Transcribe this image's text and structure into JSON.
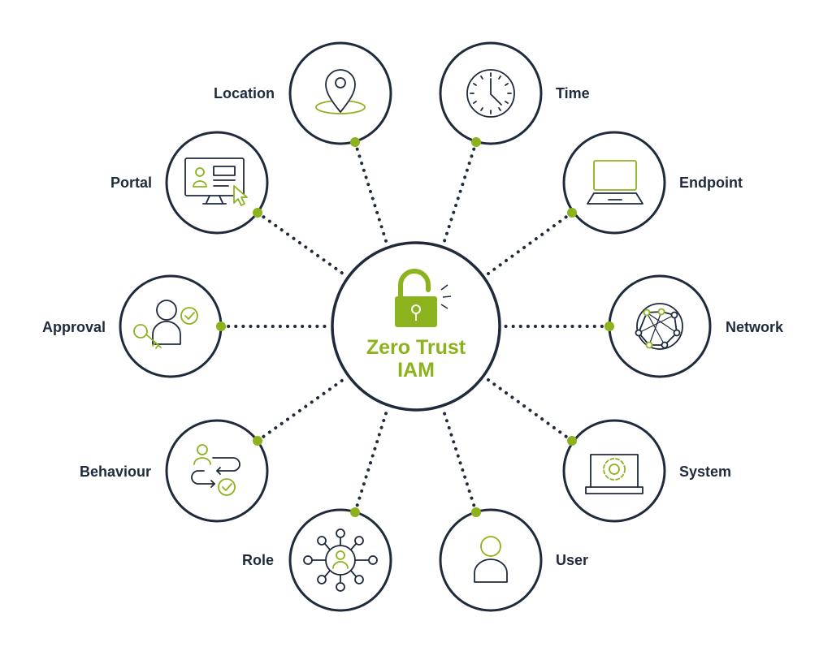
{
  "center": {
    "line1": "Zero Trust",
    "line2": "IAM",
    "icon": "unlocked-padlock-icon"
  },
  "nodes": [
    {
      "label": "Location",
      "icon": "map-pin-icon"
    },
    {
      "label": "Time",
      "icon": "clock-icon"
    },
    {
      "label": "Endpoint",
      "icon": "laptop-icon"
    },
    {
      "label": "Network",
      "icon": "globe-network-icon"
    },
    {
      "label": "System",
      "icon": "laptop-gear-icon"
    },
    {
      "label": "User",
      "icon": "user-icon"
    },
    {
      "label": "Role",
      "icon": "role-hub-icon"
    },
    {
      "label": "Behaviour",
      "icon": "user-flow-check-icon"
    },
    {
      "label": "Approval",
      "icon": "user-key-check-icon"
    },
    {
      "label": "Portal",
      "icon": "monitor-profile-cursor-icon"
    }
  ],
  "colors": {
    "navy": "#1f2a3c",
    "green": "#8cb31e"
  }
}
